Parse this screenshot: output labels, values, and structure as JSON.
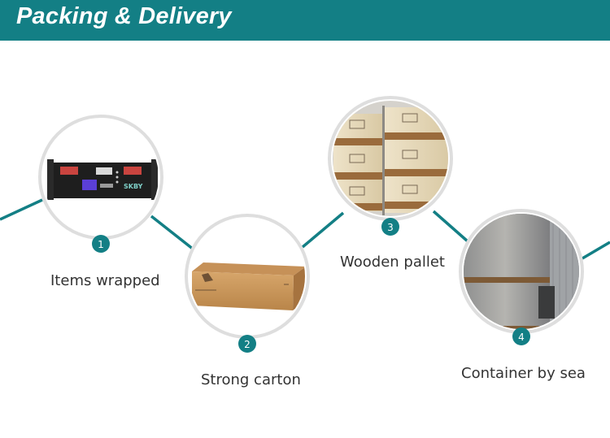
{
  "header": {
    "title": "Packing & Delivery",
    "background": "#137f85"
  },
  "accent_color": "#137f85",
  "steps": [
    {
      "number": "1",
      "caption": "Items wrapped",
      "image": "battery-rack-unit"
    },
    {
      "number": "2",
      "caption": "Strong carton",
      "image": "cardboard-carton"
    },
    {
      "number": "3",
      "caption": "Wooden pallet",
      "image": "wooden-pallet-crates"
    },
    {
      "number": "4",
      "caption": "Container by sea",
      "image": "shrink-wrapped-pallets-in-container"
    }
  ],
  "product_labels": {
    "brand": "SKBY"
  }
}
